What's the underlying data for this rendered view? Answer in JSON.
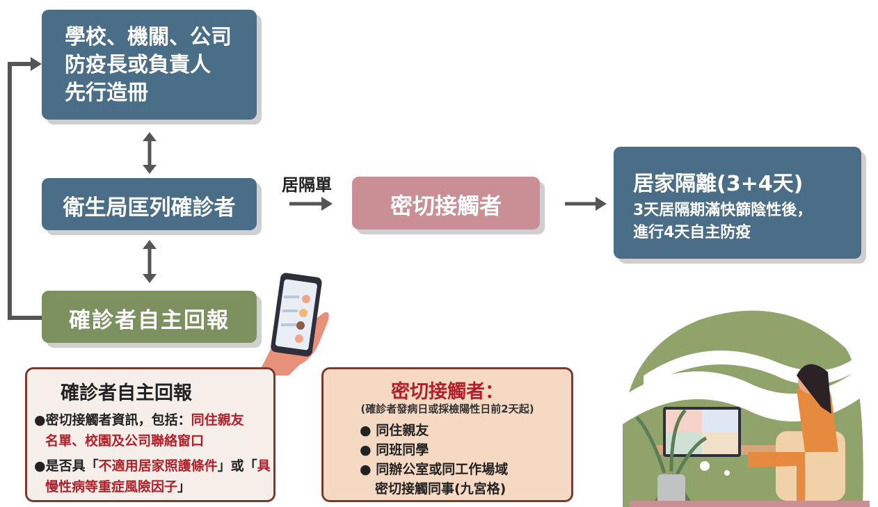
{
  "box_registration": {
    "lines": [
      "學校、機關、公司",
      "防疫長或負責人",
      "先行造冊"
    ]
  },
  "box_health_bureau": {
    "text": "衛生局匡列確診者"
  },
  "box_self_report": {
    "text": "確診者自主回報"
  },
  "arrow_label": "居隔單",
  "box_close_contact": {
    "text": "密切接觸者"
  },
  "box_quarantine": {
    "title": "居家隔離(3+4天)",
    "lines": [
      "3天居隔期滿快篩陰性後，",
      "進行4天自主防疫"
    ]
  },
  "note_self_report": {
    "title": "確診者自主回報",
    "item1_black": "密切接觸者資訊，包括：",
    "item1_red": "同住親友",
    "item1_red2": "名單、校園及公司聯絡窗口",
    "item2_black1": "是否具「",
    "item2_red1": "不適用居家照護條件",
    "item2_black2": "」或「",
    "item2_red2": "具",
    "item2_red3": "慢性病等重症風險因子",
    "item2_black3": "」"
  },
  "note_close_contact": {
    "title": "密切接觸者：",
    "subtitle": "(確診者發病日或採檢陽性日前2天起)",
    "items": [
      "同住親友",
      "同班同學",
      "同辦公室或同工作場域"
    ],
    "item3_line2": "密切接觸同事(九宮格)"
  },
  "colors": {
    "blue": "#4a6d88",
    "green": "#7d9160",
    "pink": "#c98f95",
    "red": "#b0202a"
  }
}
